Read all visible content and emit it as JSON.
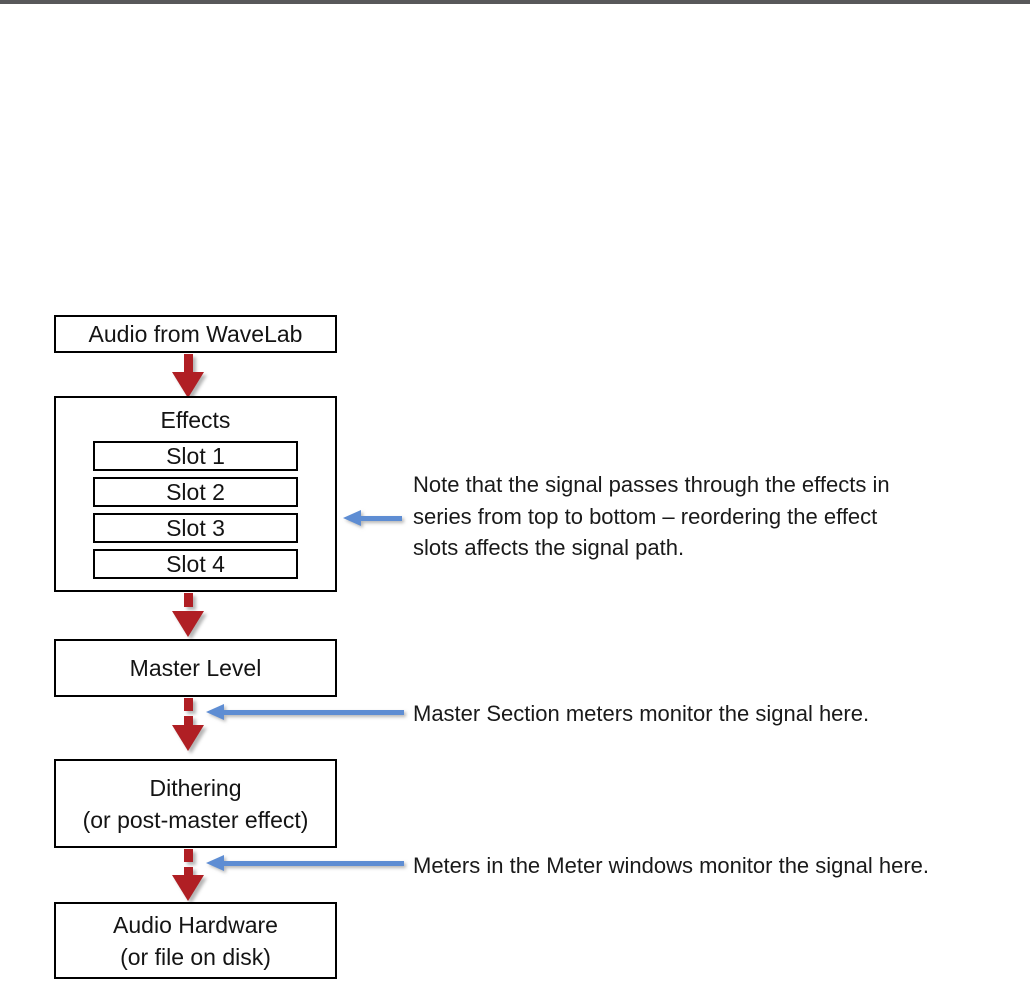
{
  "page": {
    "kind": "signal-path-flowchart",
    "background": "#ffffff",
    "top_rule_color": "#58585a"
  },
  "colors": {
    "arrow_red": "#b01f24",
    "arrow_blue": "#5e8dd3",
    "box_border": "#000000",
    "text": "#141414"
  },
  "flowchart": {
    "boxes": {
      "source": {
        "label": "Audio from WaveLab"
      },
      "effects": {
        "title": "Effects",
        "slots": [
          "Slot 1",
          "Slot 2",
          "Slot 3",
          "Slot 4"
        ]
      },
      "master_level": {
        "label": "Master Level"
      },
      "dithering": {
        "line1": "Dithering",
        "line2": "(or post-master effect)"
      },
      "output": {
        "line1": "Audio Hardware",
        "line2": "(or file on disk)"
      }
    },
    "flow_order": [
      "source",
      "effects",
      "master_level",
      "dithering",
      "output"
    ]
  },
  "annotations": {
    "effects_note": {
      "lines": [
        "Note that the signal passes through the effects in",
        "series from top to bottom – reordering the effect",
        "slots affects the signal path."
      ]
    },
    "master_meters": "Master Section meters monitor the signal here.",
    "meter_windows": "Meters in the Meter windows monitor the signal here."
  }
}
